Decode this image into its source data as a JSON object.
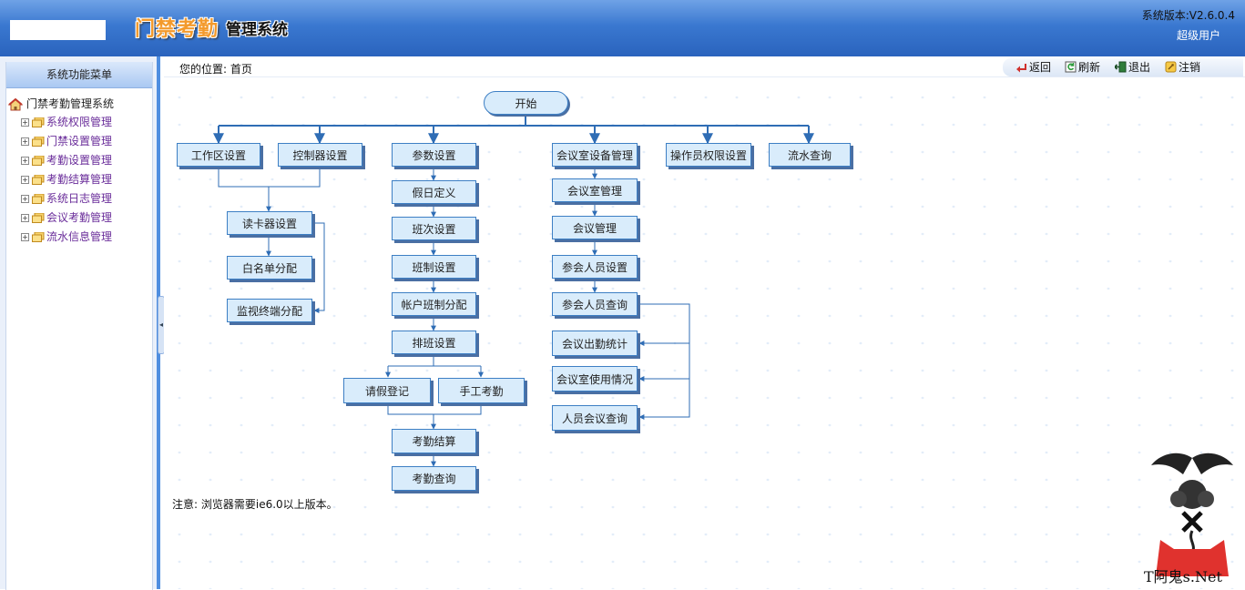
{
  "header": {
    "title_main": "门禁考勤",
    "title_sub": "管理系统",
    "version": "系统版本:V2.6.0.4",
    "user": "超级用户"
  },
  "sidebar": {
    "menu_title": "系统功能菜单",
    "root": "门禁考勤管理系统",
    "items": [
      {
        "label": "系统权限管理"
      },
      {
        "label": "门禁设置管理"
      },
      {
        "label": "考勤设置管理"
      },
      {
        "label": "考勤结算管理"
      },
      {
        "label": "系统日志管理"
      },
      {
        "label": "会议考勤管理"
      },
      {
        "label": "流水信息管理"
      }
    ]
  },
  "breadcrumb": "您的位置: 首页",
  "toolbar": {
    "back": "返回",
    "refresh": "刷新",
    "exit": "退出",
    "logout": "注销"
  },
  "flow": {
    "start": "开始",
    "workarea": "工作区设置",
    "controller": "控制器设置",
    "reader": "读卡器设置",
    "whitelist": "白名单分配",
    "monitor": "监视终端分配",
    "params": "参数设置",
    "holiday": "假日定义",
    "shift": "班次设置",
    "shift_system": "班制设置",
    "account_shift": "帐户班制分配",
    "schedule": "排班设置",
    "leave": "请假登记",
    "manual": "手工考勤",
    "settle": "考勤结算",
    "query": "考勤查询",
    "room_device": "会议室设备管理",
    "room_mgmt": "会议室管理",
    "meeting_mgmt": "会议管理",
    "attendee_setup": "参会人员设置",
    "attendee_query": "参会人员查询",
    "meeting_stats": "会议出勤统计",
    "room_usage": "会议室使用情况",
    "person_meeting": "人员会议查询",
    "operator_perm": "操作员权限设置",
    "flow_query": "流水查询"
  },
  "note": "注意: 浏览器需要ie6.0以上版本。",
  "watermark_text": "T阿鬼s.Net",
  "colors": {
    "header_blue": "#3a78d0",
    "title_orange": "#f39a2c",
    "node_fill": "#d9ecfb",
    "node_border": "#3d7fc4",
    "arrow": "#2f6db5",
    "menu_label": "#6a2d9a"
  }
}
